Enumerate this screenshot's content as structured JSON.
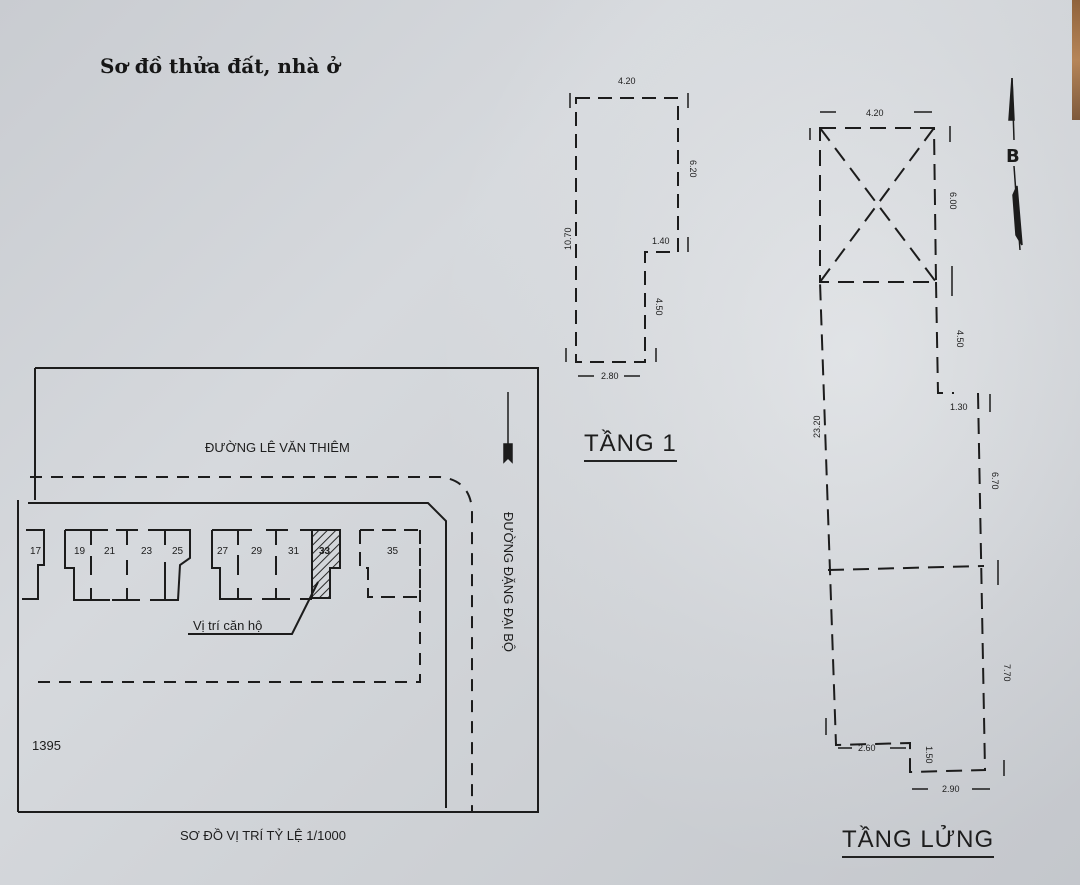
{
  "document": {
    "title": "Sơ đồ thửa đất, nhà ở",
    "north_label": "B",
    "colors": {
      "paper": "#d2d5d9",
      "ink": "#1b1b1b",
      "hatch": "#2a2a2a"
    }
  },
  "floor_1": {
    "label": "TẦNG 1",
    "dimensions": {
      "top_width": "4.20",
      "left_height": "10.70",
      "right_upper_height": "6.20",
      "step_width": "1.40",
      "right_lower_height": "4.50",
      "bottom_width": "2.80"
    }
  },
  "mezzanine": {
    "label": "TẦNG LỬNG",
    "dimensions": {
      "top_width": "4.20",
      "void_height": "6.00",
      "right_height_1": "4.50",
      "step_width_1": "1.30",
      "left_height": "23.20",
      "right_height_2": "6.70",
      "right_height_3": "7.70",
      "bottom_left_width": "2.60",
      "bottom_step_height": "1.50",
      "bottom_right_width": "2.90"
    }
  },
  "site_plan": {
    "caption": "SƠ ĐỒ VỊ TRÍ TỶ LỆ 1/1000",
    "street_horizontal": "ĐƯỜNG LÊ VĂN THIÊM",
    "street_vertical": "ĐƯỜNG ĐẶNG ĐẠI BỘ",
    "lot_numbers": [
      "17",
      "19",
      "21",
      "23",
      "25",
      "27",
      "29",
      "31",
      "33",
      "35"
    ],
    "highlighted_lot": "33",
    "pointer_label": "Vị trí căn hộ",
    "block_number": "1395"
  }
}
